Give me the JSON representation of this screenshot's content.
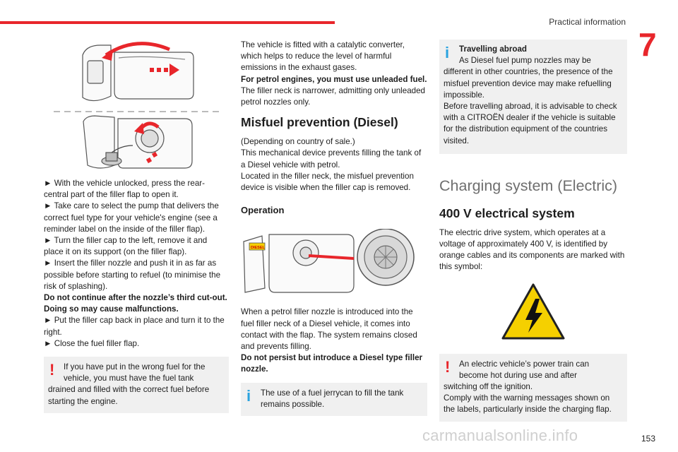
{
  "header": {
    "section_title": "Practical information",
    "chapter_number": "7"
  },
  "col1": {
    "instructions": [
      "► With the vehicle unlocked, press the rear-central part of the filler flap to open it.",
      "► Take care to select the pump that delivers the correct fuel type for your vehicle's engine (see a reminder label on the inside of the filler flap).",
      "► Turn the filler cap to the left, remove it and place it on its support (on the filler flap).",
      "► Insert the filler nozzle and push it in as far as possible before starting to refuel (to minimise the risk of splashing)."
    ],
    "warning_bold": "Do not continue after the nozzle’s third cut-out. Doing so may cause malfunctions.",
    "instructions_2": [
      "► Put the filler cap back in place and turn it to the right.",
      "► Close the fuel filler flap."
    ],
    "note_line1": "If you have put in the wrong fuel for the vehicle, you must have the fuel tank",
    "note_line2": "drained and filled with the correct fuel before starting the engine."
  },
  "col2": {
    "intro": "The vehicle is fitted with a catalytic converter, which helps to reduce the level of harmful emissions in the exhaust gases.",
    "intro_bold": "For petrol engines, you must use unleaded fuel.",
    "intro_2": "The filler neck is narrower, admitting only unleaded petrol nozzles only.",
    "heading": "Misfuel prevention (Diesel)",
    "misfuel_lines": [
      "(Depending on country of sale.)",
      "This mechanical device prevents filling the tank of a Diesel vehicle with petrol.",
      "Located in the filler neck, the misfuel prevention device is visible when the filler cap is removed."
    ],
    "operation_heading": "Operation",
    "diesel_label": "DIESEL",
    "operation_text": "When a petrol filler nozzle is introduced into the fuel filler neck of a Diesel vehicle, it comes into contact with the flap. The system remains closed and prevents filling.",
    "operation_bold": "Do not persist but introduce a Diesel type filler nozzle.",
    "note_line1": "The use of a fuel jerrycan to fill the tank",
    "note_line2": "remains possible."
  },
  "col3": {
    "note_title": "Travelling abroad",
    "note_line1": "As Diesel fuel pump nozzles may be",
    "note_rest": "different in other countries, the presence of the misfuel prevention device may make refuelling impossible.",
    "note_rest_2": "Before travelling abroad, it is advisable to check with a CITROËN dealer if the vehicle is suitable for the distribution equipment of the countries visited.",
    "section_heading": "Charging system (Electric)",
    "subheading": "400 V electrical system",
    "body": "The electric drive system, which operates at a voltage of approximately 400 V, is identified by orange cables and its components are marked with this symbol:",
    "warn_line1": "An electric vehicle’s power train can",
    "warn_line2": "become hot during use and after",
    "warn_rest": "switching off the ignition.",
    "warn_rest_2": "Comply with the warning messages shown on the labels, particularly inside the charging flap."
  },
  "footer": {
    "page_number": "153",
    "watermark": "carmanualsonline.info"
  },
  "colors": {
    "accent_red": "#e8262b",
    "info_blue": "#2aa3df",
    "note_bg": "#f0f0f0",
    "warning_yellow": "#f5d000"
  }
}
